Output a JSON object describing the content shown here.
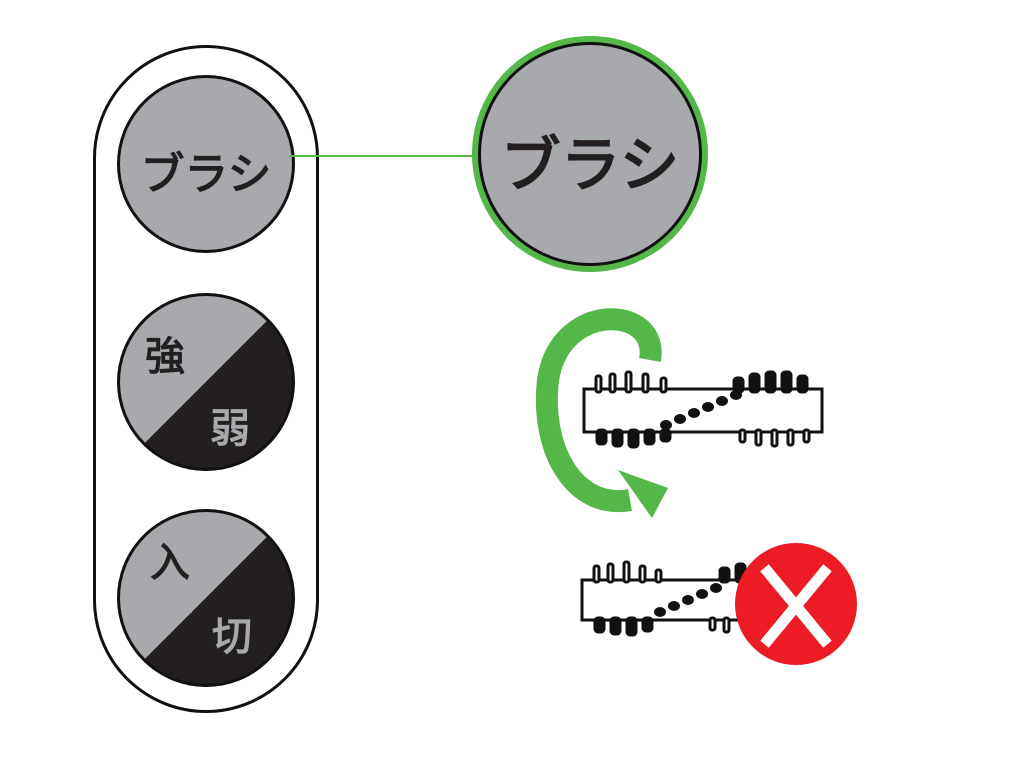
{
  "panel": {
    "brush_button": {
      "label": "ブラシ"
    },
    "power_button": {
      "strong_label": "強",
      "weak_label": "弱"
    },
    "switch_button": {
      "on_label": "入",
      "off_label": "切"
    }
  },
  "callout": {
    "label": "ブラシ"
  },
  "colors": {
    "button_gray": "#a7a9ac",
    "button_dark": "#231f20",
    "accent_green": "#54b848",
    "error_red": "#ed1c24"
  }
}
